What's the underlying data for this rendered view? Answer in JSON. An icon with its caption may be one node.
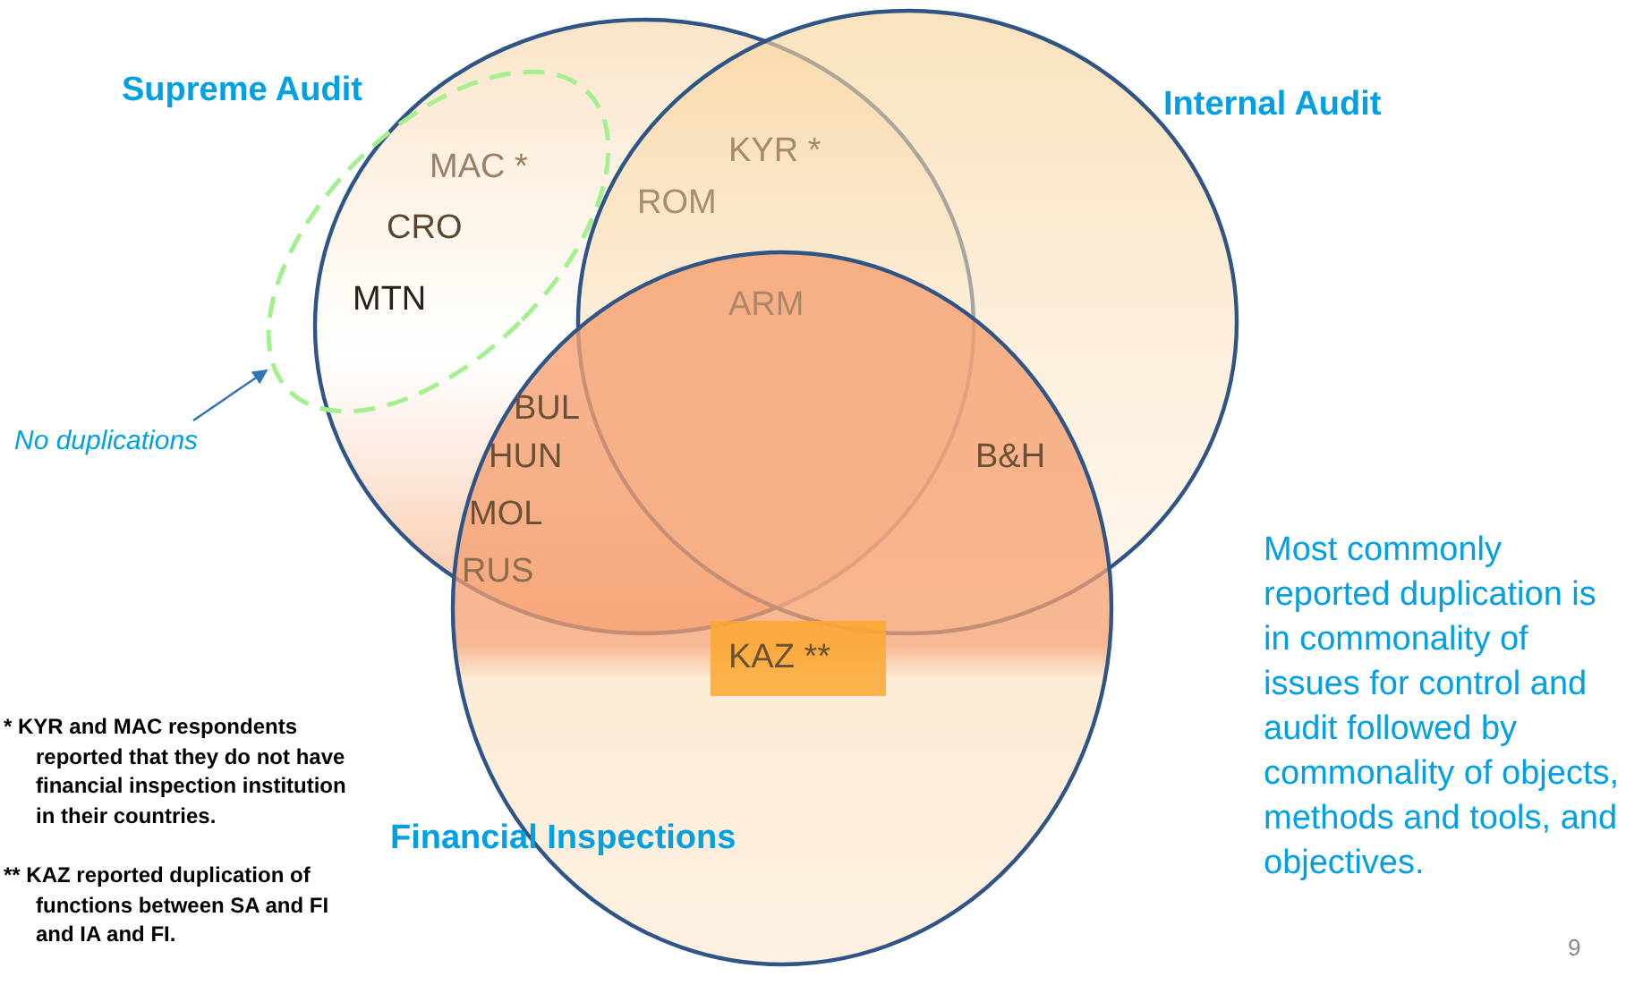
{
  "diagram": {
    "nodes": [
      {
        "text": [
          "Supreme Audit"
        ]
      },
      {
        "text": [
          "Internal Audit"
        ]
      },
      {
        "text": [
          "Financial Inspections"
        ]
      },
      {
        "text": [
          "MAC *",
          "CRO",
          "MTN"
        ]
      },
      {
        "text": [
          "No duplications"
        ]
      },
      {
        "text": [
          "KAZ **"
        ],
        "in": 2
      }
    ],
    "edges": [
      {
        "from": 4,
        "to": 3,
        "arrow": "to",
        "color": "#2e75b6"
      }
    ],
    "labels": [
      "KYR *",
      "ROM",
      "ARM",
      "BUL",
      "HUN",
      "MOL",
      "RUS",
      "B&H",
      "Most commonly reported duplication is in commonality of issues for control and audit followed by commonality of objects, methods and tools, and objectives.",
      "* KYR and MAC respondents reported that they do not have financial inspection institution in their countries.",
      "** KAZ reported duplication of functions between SA and FI and IA and FI.",
      "9"
    ]
  }
}
